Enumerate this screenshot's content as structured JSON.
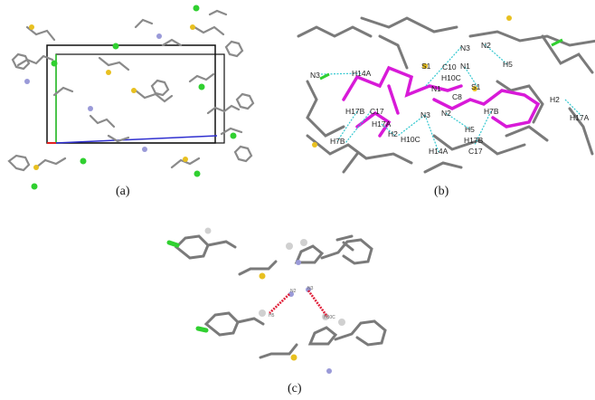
{
  "panels": {
    "a": {
      "label": "(a)"
    },
    "b": {
      "label": "(b)",
      "atom_labels": [
        "N3",
        "H14A",
        "N3",
        "N2",
        "H5",
        "S1",
        "C10",
        "N1",
        "H10C",
        "N1",
        "C8",
        "S1",
        "H2",
        "H17A",
        "H7B",
        "N2",
        "N3",
        "H17B",
        "C17",
        "H17A",
        "H7B",
        "H2",
        "H10C",
        "H14A",
        "H5",
        "H17B",
        "C17"
      ]
    },
    "c": {
      "label": "(c)",
      "atom_labels": [
        "N2",
        "N3",
        "H5",
        "H10C"
      ]
    }
  },
  "colors": {
    "carbon": "#7a7a7a",
    "nitrogen": "#9a9ad8",
    "sulfur": "#e8c020",
    "chlorine": "#30d030",
    "hydrogen": "#d0d0d0",
    "highlight": "#d81ad8",
    "contact": "#33c8d0",
    "hbond": "#e0203a",
    "cell_axis_a": "#e02020",
    "cell_axis_b": "#20c020",
    "cell_axis_c": "#3030d0"
  }
}
